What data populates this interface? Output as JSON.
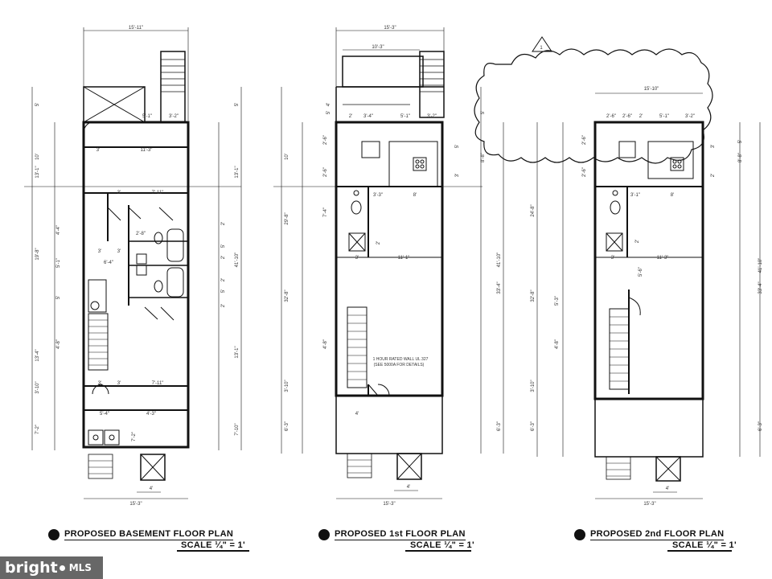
{
  "plans": [
    {
      "title": "PROPOSED BASEMENT FLOOR PLAN",
      "scale": "SCALE ¼\" = 1'",
      "dims": {
        "top_width": "15'-11\"",
        "bottom_width": "15'-3\"",
        "stair_run": "4'",
        "left": [
          "5'",
          "10'",
          "13'-1\"",
          "19'-8\"",
          "13'-4\"",
          "3'-10\"",
          "7'-2\""
        ],
        "left_inner": [
          "4'-4\"",
          "5'-1\"",
          "5'",
          "4'-8\""
        ],
        "right": [
          "5'",
          "13'-1\"",
          "41'-10\"",
          "13'-1\"",
          "7'-10\""
        ],
        "right_inner": [
          "2'",
          "5'",
          "2'",
          "2'",
          "5'",
          "2'"
        ],
        "interior": [
          "5'-1\"",
          "3'-2\"",
          "3'",
          "11'-3\"",
          "3'",
          "7'-11\"",
          "2'-8\"",
          "3'",
          "3'",
          "6'-4\"",
          "3'",
          "3'",
          "7'-11\"",
          "5'-4\"",
          "4'-3\"",
          "7'-2\""
        ]
      }
    },
    {
      "title": "PROPOSED 1st FLOOR PLAN",
      "scale": "SCALE ¼\" = 1'",
      "dims": {
        "top_width": "15'-3\"",
        "deck_width": "10'-3\"",
        "bottom_width": "15'-3\"",
        "stair_run": "4'",
        "left": [
          "10'",
          "29'-8\"",
          "32'-8\"",
          "3'-10\"",
          "6'-3\""
        ],
        "left_inner": [
          "5'",
          "4'",
          "2'-6\"",
          "2'-6\"",
          "7'-4\"",
          "4'-8\""
        ],
        "right": [
          "5'",
          "8'-8\"",
          "41'-10\"",
          "33'-4\"",
          "6'-3\""
        ],
        "right_inner": [
          "5'",
          "3'",
          "2'"
        ],
        "interior": [
          "2'",
          "3'-4\"",
          "5'-1\"",
          "3'-2\"",
          "3'-3\"",
          "8'",
          "3'",
          "11'-1\"",
          "4'"
        ],
        "note": [
          "1 HOUR RATED WALL UL 327",
          "(SEE 5000A FOR DETAILS)"
        ]
      }
    },
    {
      "title": "PROPOSED 2nd FLOOR PLAN",
      "scale": "SCALE ¼\" = 1'",
      "revision": "1",
      "dims": {
        "top_width": "15'-10\"",
        "bottom_width": "15'-3\"",
        "stair_run": "4'",
        "left": [
          "2'-6\"",
          "2'-6\"",
          "24'-8\"",
          "32'-8\"",
          "3'-10\"",
          "6'-3\""
        ],
        "left_inner": [
          "5'-3\"",
          "4'-8\""
        ],
        "right": [
          "5'",
          "8'-8\"",
          "41'-10\"",
          "33'-4\"",
          "6'-3\""
        ],
        "right_inner": [
          "3'",
          "2'"
        ],
        "interior": [
          "2'-6\"",
          "2'-6\"",
          "2'",
          "5'-1\"",
          "3'-2\"",
          "3'-1\"",
          "8'",
          "3'",
          "11'-3\"",
          "5'-6\"",
          "2'"
        ]
      }
    }
  ],
  "watermark": {
    "brand": "bright",
    "suffix": "MLS"
  },
  "colors": {
    "ink": "#111111",
    "paper": "#ffffff",
    "watermark_bg": "#3c3c3c"
  }
}
